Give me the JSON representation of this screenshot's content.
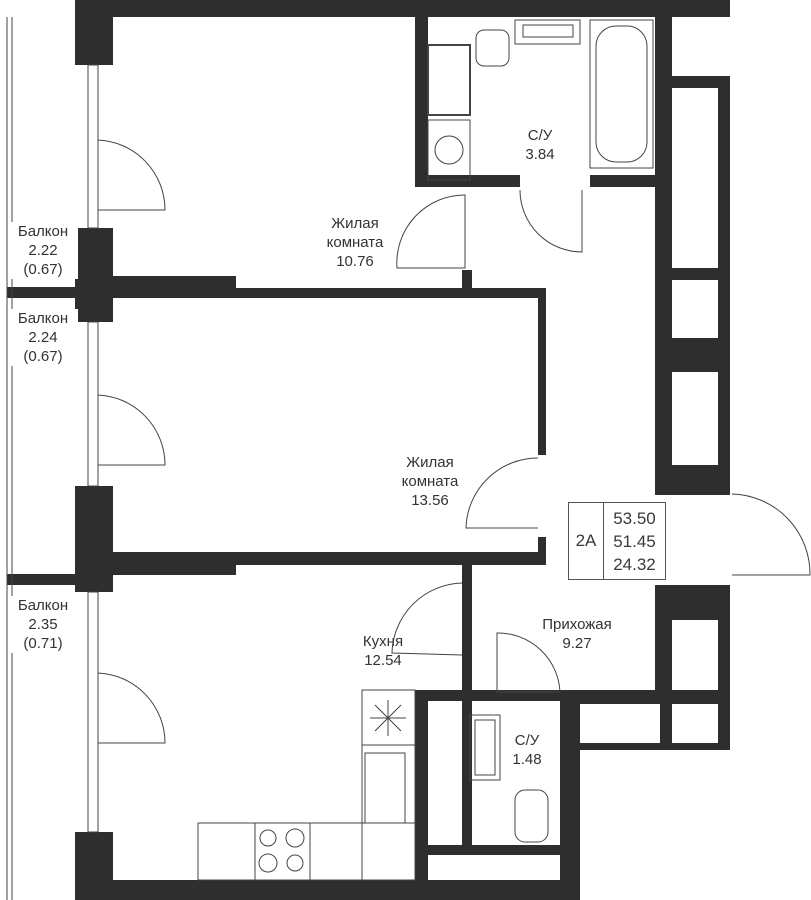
{
  "colors": {
    "wall": "#2e2e2e",
    "line": "#444444",
    "background": "#ffffff"
  },
  "rooms": [
    {
      "name": "Жилая комната",
      "area": "10.76"
    },
    {
      "name": "Жилая комната",
      "area": "13.56"
    },
    {
      "name": "С/У",
      "area": "3.84"
    },
    {
      "name": "Кухня",
      "area": "12.54"
    },
    {
      "name": "Прихожая",
      "area": "9.27"
    },
    {
      "name": "С/У",
      "area": "1.48"
    }
  ],
  "balconies": [
    {
      "name": "Балкон",
      "area": "2.22",
      "reduced": "(0.67)"
    },
    {
      "name": "Балкон",
      "area": "2.24",
      "reduced": "(0.67)"
    },
    {
      "name": "Балкон",
      "area": "2.35",
      "reduced": "(0.71)"
    }
  ],
  "apartment": {
    "type": "2A",
    "total_area": "53.50",
    "area_without_balconies": "51.45",
    "living_area": "24.32"
  }
}
